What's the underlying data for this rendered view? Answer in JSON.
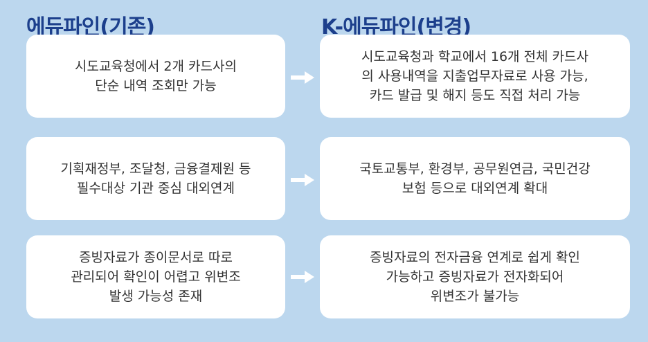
{
  "headings": {
    "before": "에듀파인(기존)",
    "after": "K-에듀파인(변경)"
  },
  "rows": [
    {
      "before": "시도교육청에서 2개 카드사의\n단순 내역 조회만 가능",
      "after": "시도교육청과 학교에서 16개 전체 카드사\n의 사용내역을 지출업무자료로 사용 가능,\n카드 발급 및 해지 등도 직접 처리 가능"
    },
    {
      "before": "기획재정부, 조달청, 금융결제원 등\n필수대상 기관 중심 대외연계",
      "after": "국토교통부, 환경부, 공무원연금, 국민건강\n보험 등으로 대외연계 확대"
    },
    {
      "before": "증빙자료가 종이문서로 따로\n관리되어 확인이 어렵고 위변조\n발생 가능성 존재",
      "after": "증빙자료의 전자금융 연계로 쉽게 확인\n가능하고 증빙자료가 전자화되어\n위변조가 불가능"
    }
  ],
  "icons": {
    "arrow": "arrow-right-icon"
  },
  "colors": {
    "background": "#bcd7ee",
    "heading": "#1c3f8c",
    "box": "#ffffff",
    "text": "#333333",
    "arrow": "#ffffff"
  }
}
